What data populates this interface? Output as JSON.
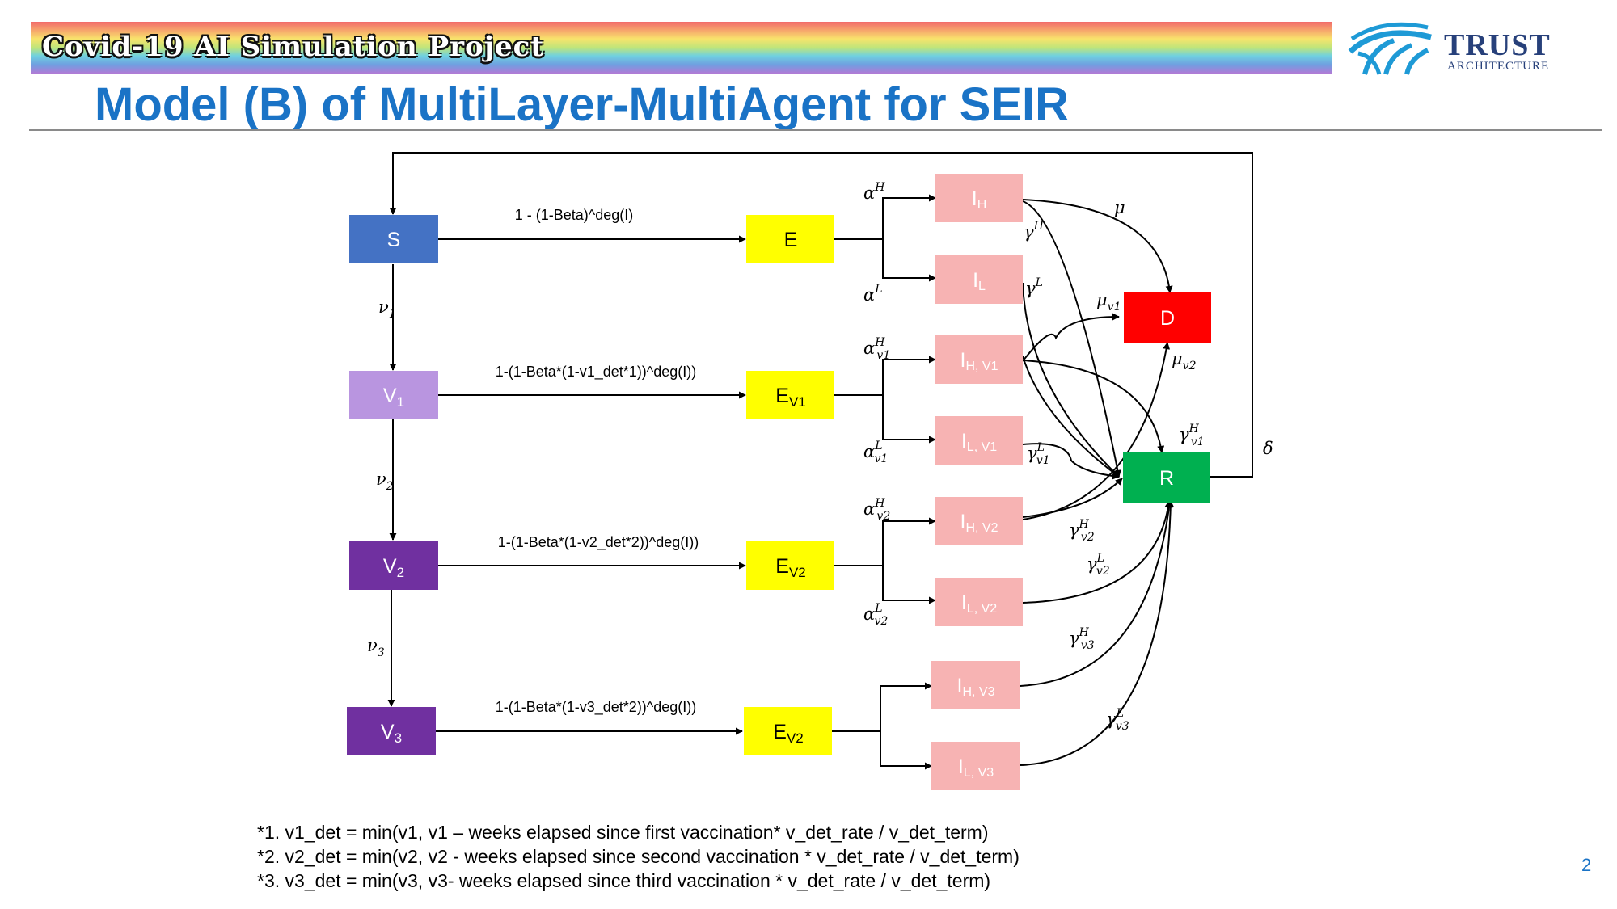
{
  "header": {
    "banner_title": "Covid-19 AI Simulation Project",
    "logo_word": "TRUST",
    "logo_sub": "ARCHITECTURE",
    "title": "Model (B) of MultiLayer-MultiAgent for SEIR"
  },
  "colors": {
    "title": "#1a73c6",
    "S": "#4472c4",
    "V1": "#b995e0",
    "V2": "#7030a0",
    "V3": "#7030a0",
    "E": "#ffff00",
    "I": "#f7b3b3",
    "D": "#ff0000",
    "R": "#00b050"
  },
  "diagram": {
    "nodes": {
      "S": {
        "main": "S",
        "sub": ""
      },
      "V1": {
        "main": "V",
        "sub": "1"
      },
      "V2": {
        "main": "V",
        "sub": "2"
      },
      "V3": {
        "main": "V",
        "sub": "3"
      },
      "E": {
        "main": "E",
        "sub": ""
      },
      "EV1": {
        "main": "E",
        "sub": "V1"
      },
      "EV2": {
        "main": "E",
        "sub": "V2"
      },
      "EV3": {
        "main": "E",
        "sub": "V2"
      },
      "IH": {
        "main": "I",
        "sub": "H"
      },
      "IL": {
        "main": "I",
        "sub": "L"
      },
      "IHV1": {
        "main": "I",
        "sub": "H, V1"
      },
      "ILV1": {
        "main": "I",
        "sub": "L, V1"
      },
      "IHV2": {
        "main": "I",
        "sub": "H, V2"
      },
      "ILV2": {
        "main": "I",
        "sub": "L, V2"
      },
      "IHV3": {
        "main": "I",
        "sub": "H, V3"
      },
      "ILV3": {
        "main": "I",
        "sub": "L, V3"
      },
      "D": {
        "main": "D",
        "sub": ""
      },
      "R": {
        "main": "R",
        "sub": ""
      }
    },
    "infection_labels": {
      "S_E": "1 - (1-Beta)^deg(I)",
      "V1_E": "1-(1-Beta*(1-v1_det*1))^deg(I))",
      "V2_E": "1-(1-Beta*(1-v2_det*2))^deg(I))",
      "V3_E": "1-(1-Beta*(1-v3_det*2))^deg(I))"
    },
    "symbols": {
      "nu1": {
        "base": "ν",
        "sub": "1",
        "sup": ""
      },
      "nu2": {
        "base": "ν",
        "sub": "2",
        "sup": ""
      },
      "nu3": {
        "base": "ν",
        "sub": "3",
        "sup": ""
      },
      "alphaH": {
        "base": "α",
        "sub": "",
        "sup": "H"
      },
      "alphaL": {
        "base": "α",
        "sub": "",
        "sup": "L"
      },
      "alphaHv1": {
        "base": "α",
        "sub": "v1",
        "sup": "H"
      },
      "alphaLv1": {
        "base": "α",
        "sub": "v1",
        "sup": "L"
      },
      "alphaHv2": {
        "base": "α",
        "sub": "v2",
        "sup": "H"
      },
      "alphaLv2": {
        "base": "α",
        "sub": "v2",
        "sup": "L"
      },
      "gammaH": {
        "base": "γ",
        "sub": "",
        "sup": "H"
      },
      "gammaL": {
        "base": "γ",
        "sub": "",
        "sup": "L"
      },
      "gammaHv1": {
        "base": "γ",
        "sub": "v1",
        "sup": "H"
      },
      "gammaLv1": {
        "base": "γ",
        "sub": "v1",
        "sup": "L"
      },
      "gammaHv2": {
        "base": "γ",
        "sub": "v2",
        "sup": "H"
      },
      "gammaLv2": {
        "base": "γ",
        "sub": "v2",
        "sup": "L"
      },
      "gammaHv3": {
        "base": "γ",
        "sub": "v3",
        "sup": "H"
      },
      "gammaLv3": {
        "base": "γ",
        "sub": "v3",
        "sup": "L"
      },
      "mu": {
        "base": "μ",
        "sub": "",
        "sup": ""
      },
      "muv1": {
        "base": "μ",
        "sub": "v1",
        "sup": ""
      },
      "muv2": {
        "base": "μ",
        "sub": "v2",
        "sup": ""
      },
      "delta": {
        "base": "δ",
        "sub": "",
        "sup": ""
      }
    }
  },
  "notes": [
    "*1. v1_det = min(v1, v1 – weeks elapsed since first vaccination* v_det_rate / v_det_term)",
    "*2. v2_det = min(v2, v2 - weeks elapsed since second vaccination * v_det_rate / v_det_term)",
    "*3. v3_det = min(v3, v3- weeks elapsed since third vaccination * v_det_rate / v_det_term)"
  ],
  "page_number": "2"
}
